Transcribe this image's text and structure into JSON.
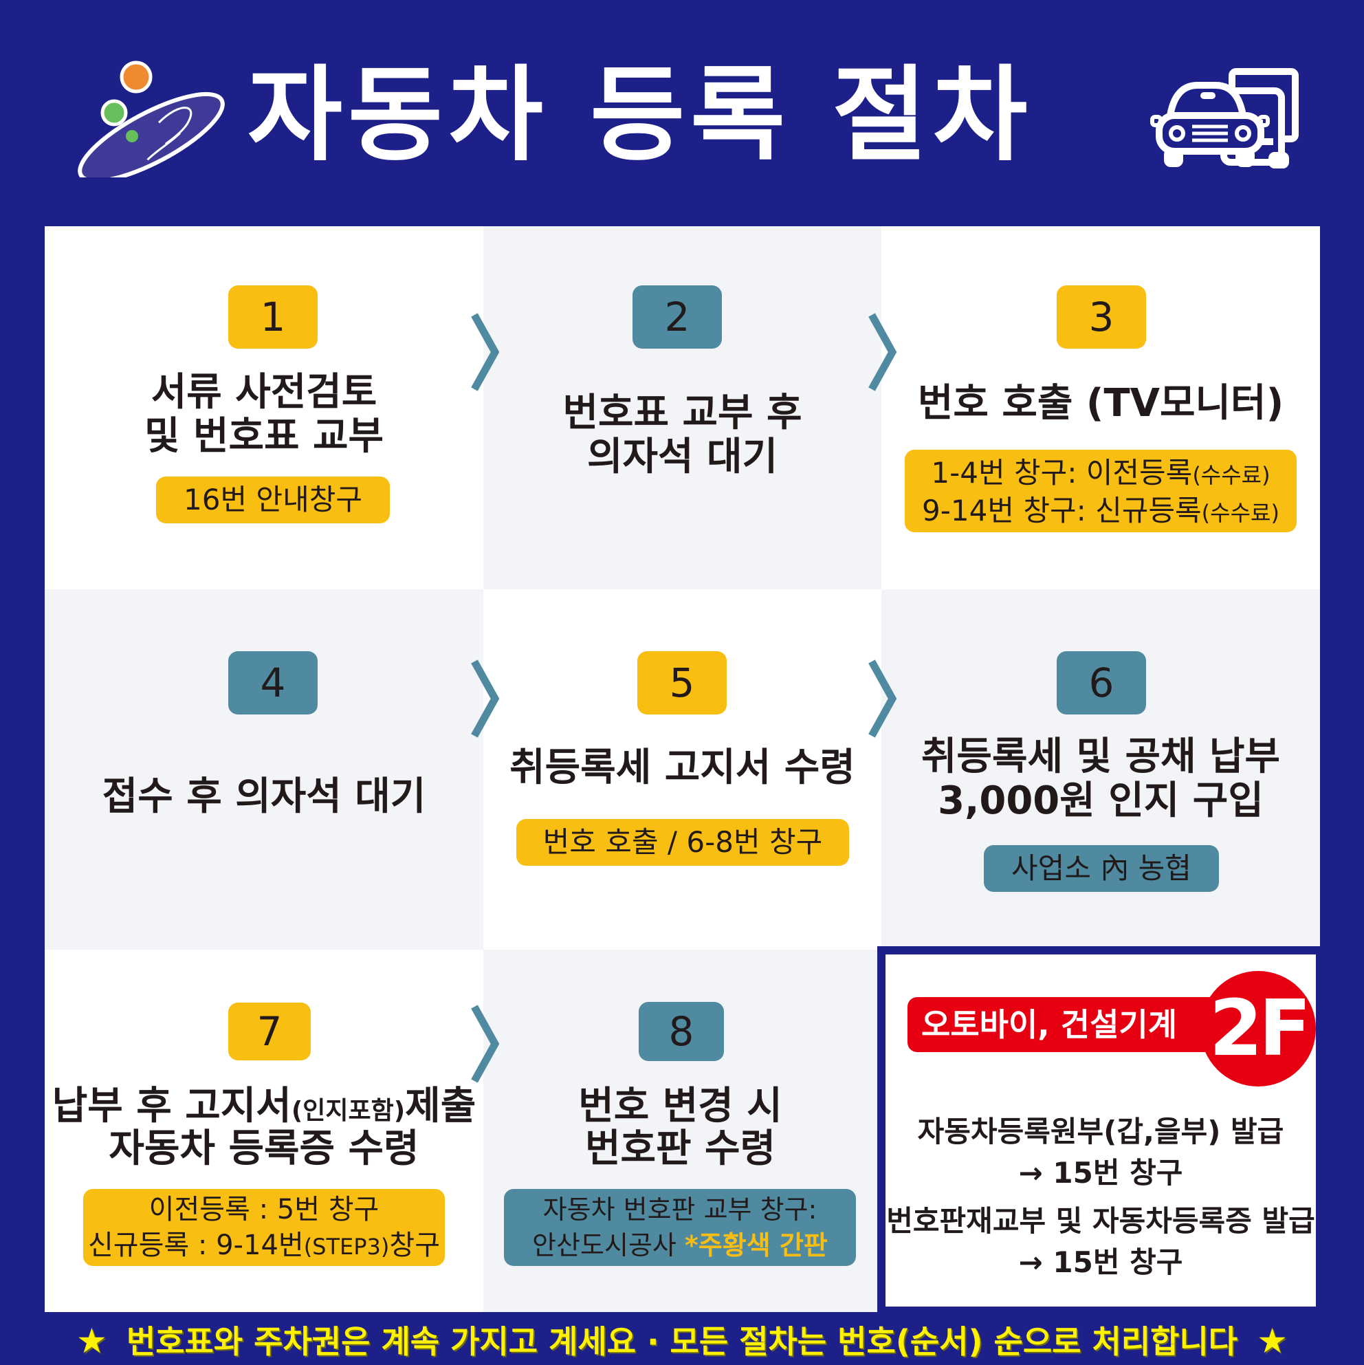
{
  "header": {
    "title": "자동차 등록 절차",
    "logo_icon": "organization-logo-icon",
    "vehicle_icon": "car-and-truck-icon"
  },
  "colors": {
    "background_navy": "#1e208a",
    "badge_yellow": "#f9be12",
    "badge_teal": "#4f8aa0",
    "cell_white": "#ffffff",
    "cell_gray": "#f3f4f7",
    "alert_red": "#e60012",
    "footer_yellow": "#fff200",
    "text_dark": "#221a1a"
  },
  "steps": [
    {
      "number": "1",
      "badge_color": "yellow",
      "title_lines": [
        "서류 사전검토",
        "및 번호표 교부"
      ],
      "notes": [
        "16번 안내창구"
      ],
      "note_color": "yellow"
    },
    {
      "number": "2",
      "badge_color": "teal",
      "title_lines": [
        "번호표 교부 후",
        "의자석 대기"
      ],
      "notes": []
    },
    {
      "number": "3",
      "badge_color": "yellow",
      "title_lines": [
        "번호 호출 (TV모니터)"
      ],
      "notes": [
        {
          "main": "1-4번 창구: 이전등록",
          "small": "(수수료)"
        },
        {
          "main": "9-14번 창구: 신규등록",
          "small": "(수수료)"
        }
      ],
      "note_color": "yellow"
    },
    {
      "number": "4",
      "badge_color": "teal",
      "title_lines": [
        "접수 후 의자석 대기"
      ],
      "notes": []
    },
    {
      "number": "5",
      "badge_color": "yellow",
      "title_lines": [
        "취등록세 고지서 수령"
      ],
      "notes": [
        "번호 호출 / 6-8번 창구"
      ],
      "note_color": "yellow"
    },
    {
      "number": "6",
      "badge_color": "teal",
      "title_lines": [
        "취등록세 및 공채 납부",
        "3,000원 인지 구입"
      ],
      "notes": [
        "사업소 內 농협"
      ],
      "note_color": "teal"
    },
    {
      "number": "7",
      "badge_color": "yellow",
      "title_lines": [
        {
          "pre": "납부 후 고지서",
          "small": "(인지포함)",
          "post": "제출"
        },
        "자동차 등록증 수령"
      ],
      "notes": [
        "이전등록 : 5번 창구",
        {
          "pre": "신규등록 : 9-14번",
          "small": "(STEP3)",
          "post": "창구"
        }
      ],
      "note_color": "yellow"
    },
    {
      "number": "8",
      "badge_color": "teal",
      "title_lines": [
        "번호 변경 시",
        "번호판 수령"
      ],
      "notes": [
        "자동차 번호판 교부 창구:",
        {
          "pre": "안산도시공사 ",
          "highlight": "*주황색 간판"
        }
      ],
      "note_color": "teal"
    }
  ],
  "second_floor": {
    "label": "오토바이, 건설기계",
    "floor": "2F",
    "items": [
      {
        "service": "자동차등록원부(갑,을부) 발급",
        "window": "→ 15번 창구"
      },
      {
        "service": "번호판재교부 및 자동차등록증 발급",
        "window": "→ 15번 창구"
      }
    ]
  },
  "footer": {
    "star": "★",
    "text": "번호표와 주차권은 계속 가지고 계세요 · 모든 절차는 번호(순서) 순으로 처리합니다"
  }
}
